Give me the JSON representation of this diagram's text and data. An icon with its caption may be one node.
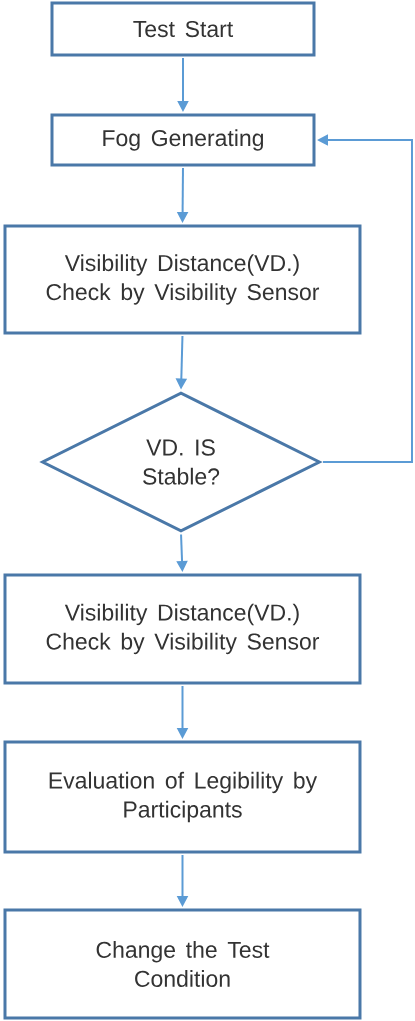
{
  "diagram": {
    "nodes": [
      {
        "text": [
          "Test Start"
        ]
      },
      {
        "text": [
          "Fog Generating"
        ]
      },
      {
        "text": [
          "Visibility Distance(VD.) Check by Visibility Sensor"
        ]
      },
      {
        "text": [
          "VD. IS Stable?"
        ]
      },
      {
        "text": [
          "Visibility Distance(VD.) Check by Visibility Sensor"
        ]
      },
      {
        "text": [
          "Evaluation of Legibility by Participants"
        ]
      },
      {
        "text": [
          "Change the Test Condition"
        ]
      }
    ],
    "edges": [
      {
        "from": 0,
        "to": 1,
        "arrow": "to"
      },
      {
        "from": 1,
        "to": 2,
        "arrow": "to"
      },
      {
        "from": 2,
        "to": 3,
        "arrow": "to"
      },
      {
        "from": 3,
        "to": 1,
        "arrow": "to"
      },
      {
        "from": 3,
        "to": 4,
        "arrow": "to"
      },
      {
        "from": 4,
        "to": 5,
        "arrow": "to"
      },
      {
        "from": 5,
        "to": 6,
        "arrow": "to"
      }
    ]
  }
}
